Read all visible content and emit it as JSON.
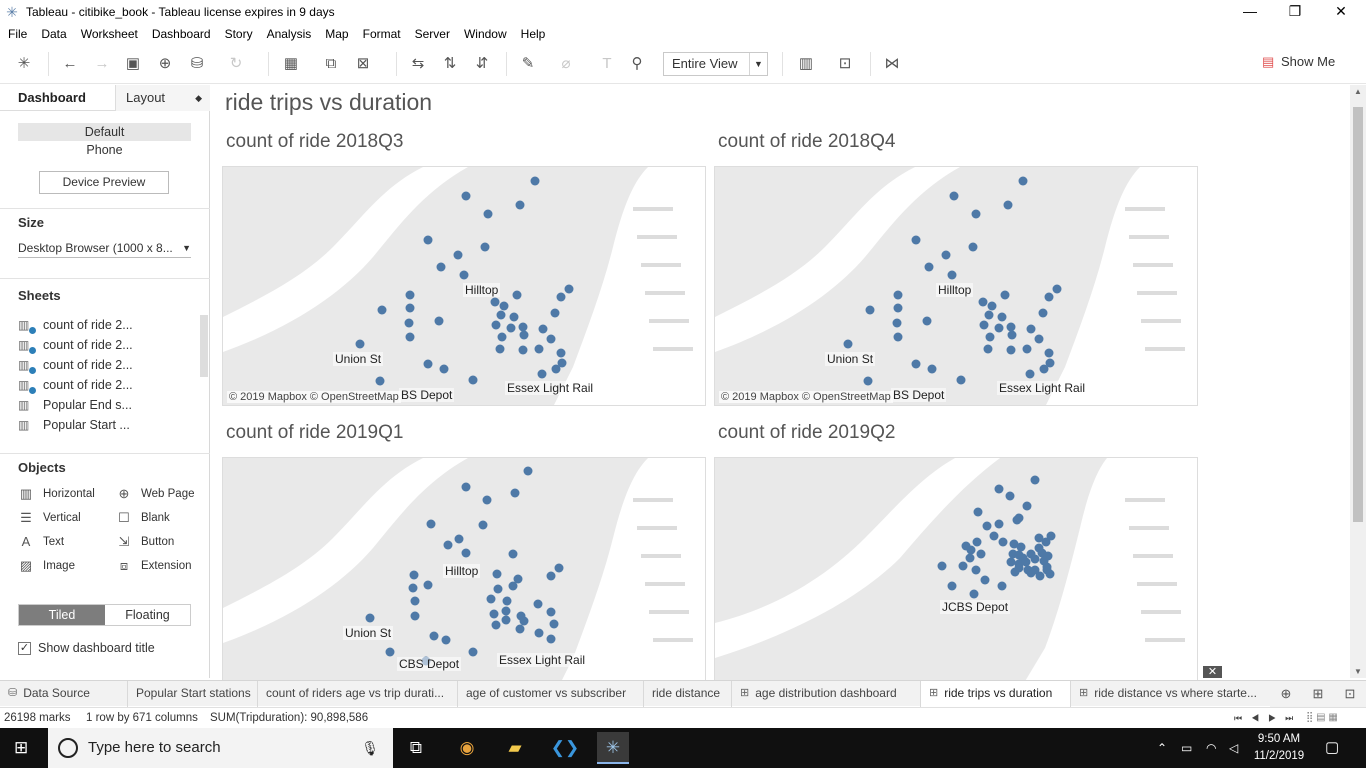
{
  "window": {
    "title": "Tableau - citibike_book - Tableau license expires in 9 days",
    "minimize": "—",
    "maximize": "❐",
    "close": "✕"
  },
  "menu": [
    "File",
    "Data",
    "Worksheet",
    "Dashboard",
    "Story",
    "Analysis",
    "Map",
    "Format",
    "Server",
    "Window",
    "Help"
  ],
  "toolbar": {
    "fit_option": "Entire View",
    "show_me": "Show Me"
  },
  "sidebar": {
    "tab_dashboard": "Dashboard",
    "tab_layout": "Layout",
    "device_default": "Default",
    "device_phone": "Phone",
    "device_preview": "Device Preview",
    "size_title": "Size",
    "size_value": "Desktop Browser (1000 x 8...",
    "sheets_title": "Sheets",
    "sheets": [
      "count of ride 2...",
      "count of ride 2...",
      "count of ride 2...",
      "count of ride 2...",
      "Popular End s...",
      "Popular Start ..."
    ],
    "objects_title": "Objects",
    "objects": [
      "Horizontal",
      "Web Page",
      "Vertical",
      "Blank",
      "Text",
      "Button",
      "Image",
      "Extension"
    ],
    "tiled": "Tiled",
    "floating": "Floating",
    "show_title": "Show dashboard title"
  },
  "dashboard": {
    "title": "ride trips vs duration",
    "attribution": "© 2019 Mapbox © OpenStreetMap",
    "panels": [
      {
        "title": "count of ride 2018Q3",
        "labels": [
          "Hilltop",
          "Union St",
          "Essex Light Rail",
          "BS Depot"
        ]
      },
      {
        "title": "count of ride 2018Q4",
        "labels": [
          "Hilltop",
          "Union St",
          "Essex Light Rail",
          "BS Depot"
        ]
      },
      {
        "title": "count of ride 2019Q1",
        "labels": [
          "Hilltop",
          "Union St",
          "Essex Light Rail",
          "CBS Depot"
        ]
      },
      {
        "title": "count of ride 2019Q2",
        "labels": [
          "JCBS Depot"
        ]
      }
    ]
  },
  "sheet_tabs": [
    "Data Source",
    "Popular Start stations",
    "count of riders age vs trip durati...",
    "age of customer vs subscriber",
    "ride distance",
    "age distribution dashboard",
    "ride trips vs duration",
    "ride distance vs where starte..."
  ],
  "status": {
    "marks": "26198 marks",
    "rows": "1 row by 671 columns",
    "sum": "SUM(Tripduration): 90,898,586"
  },
  "taskbar": {
    "search_placeholder": "Type here to search",
    "time": "9:50 AM",
    "date": "11/2/2019"
  },
  "colors": {
    "mark": "#4e79a7",
    "map_land": "#e9e9e9",
    "map_water": "#ffffff"
  }
}
